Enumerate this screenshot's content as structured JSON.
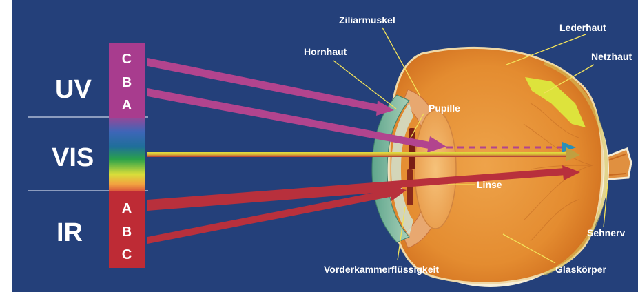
{
  "bands": {
    "uv": "UV",
    "vis": "VIS",
    "ir": "IR"
  },
  "uv_letters": [
    "C",
    "B",
    "A"
  ],
  "ir_letters": [
    "A",
    "B",
    "C"
  ],
  "labels": {
    "ziliarmuskel": "Ziliarmuskel",
    "lederhaut": "Lederhaut",
    "hornhaut": "Hornhaut",
    "netzhaut": "Netzhaut",
    "pupille": "Pupille",
    "linse": "Linse",
    "sehnerv": "Sehnerv",
    "vorderkammer": "Vorderkammerflüssigkeit",
    "glaskoerper": "Glaskörper"
  },
  "colors": {
    "background": "#24407a",
    "uv_block": "#a83c8e",
    "ir_block": "#be2b35",
    "uv_ray": "#b2448e",
    "ir_ray": "#b8303c",
    "sclera": "#f6efd9",
    "eye_interior": "#e28a2c",
    "retina_highlight": "#dde33c",
    "leader_line": "#f2e25a"
  }
}
